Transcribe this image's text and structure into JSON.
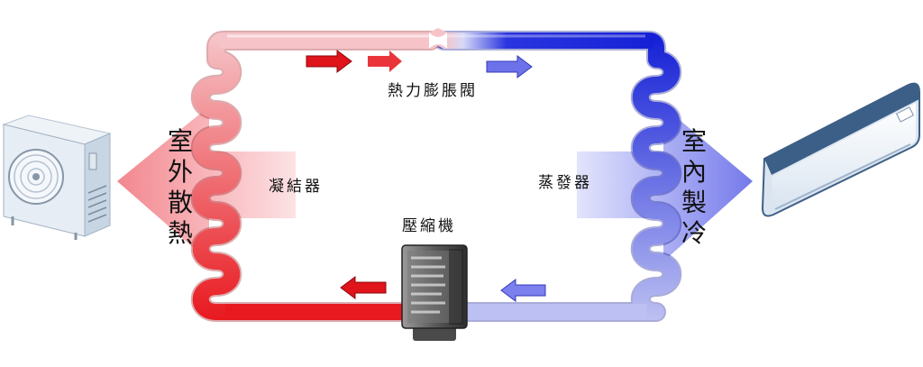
{
  "labels": {
    "outdoor_effect": "室外散熱",
    "indoor_effect": "室內製冷",
    "condenser": "凝結器",
    "evaporator": "蒸發器",
    "expansion_valve": "熱力膨脹閥",
    "compressor": "壓縮機"
  },
  "colors": {
    "hot": "#e8191f",
    "hot_light": "#f6b9bf",
    "cold": "#1520d6",
    "cold_light": "#b9bdf1"
  }
}
